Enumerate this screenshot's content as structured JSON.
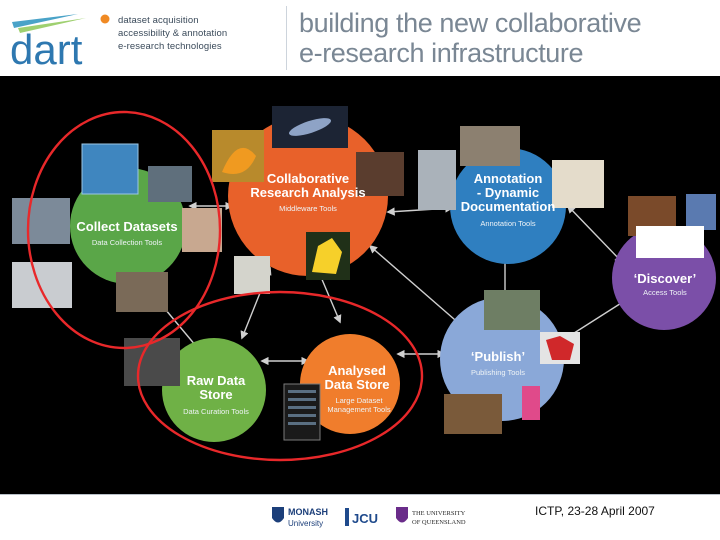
{
  "header": {
    "logo_word": "dart",
    "tagline": [
      "dataset acquisition",
      "accessibility & annotation",
      "e-research technologies"
    ],
    "title_lines": [
      "building the new collaborative",
      "e-research infrastructure"
    ]
  },
  "diagram": {
    "nodes": {
      "collect": {
        "title": [
          "Collect Datasets"
        ],
        "subtitle": "Data Collection Tools",
        "color": "#5aa648"
      },
      "collab": {
        "title": [
          "Collaborative",
          "Research Analysis"
        ],
        "subtitle": "Middleware Tools",
        "color": "#e8612a"
      },
      "annotation": {
        "title": [
          "Annotation",
          "- Dynamic",
          "Documentation"
        ],
        "subtitle": "Annotation Tools",
        "color": "#2f7fc0"
      },
      "discover": {
        "title": [
          "‘Discover’"
        ],
        "subtitle": "Access Tools",
        "color": "#7b4fa8"
      },
      "raw": {
        "title": [
          "Raw Data",
          "Store"
        ],
        "subtitle": "Data Curation Tools",
        "color": "#6fb146"
      },
      "analysed": {
        "title": [
          "Analysed",
          "Data Store"
        ],
        "subtitle": "Large Dataset Management Tools",
        "color": "#f07d2c"
      },
      "publish": {
        "title": [
          "‘Publish’"
        ],
        "subtitle": "Publishing Tools",
        "color": "#8aa8d8"
      }
    },
    "highlight_color": "#e8282a"
  },
  "footer": {
    "logos": [
      "MONASH",
      "University",
      "JCU",
      "THE UNIVERSITY",
      "OF QUEENSLAND"
    ],
    "caption": "ICTP, 23-28 April 2007"
  }
}
